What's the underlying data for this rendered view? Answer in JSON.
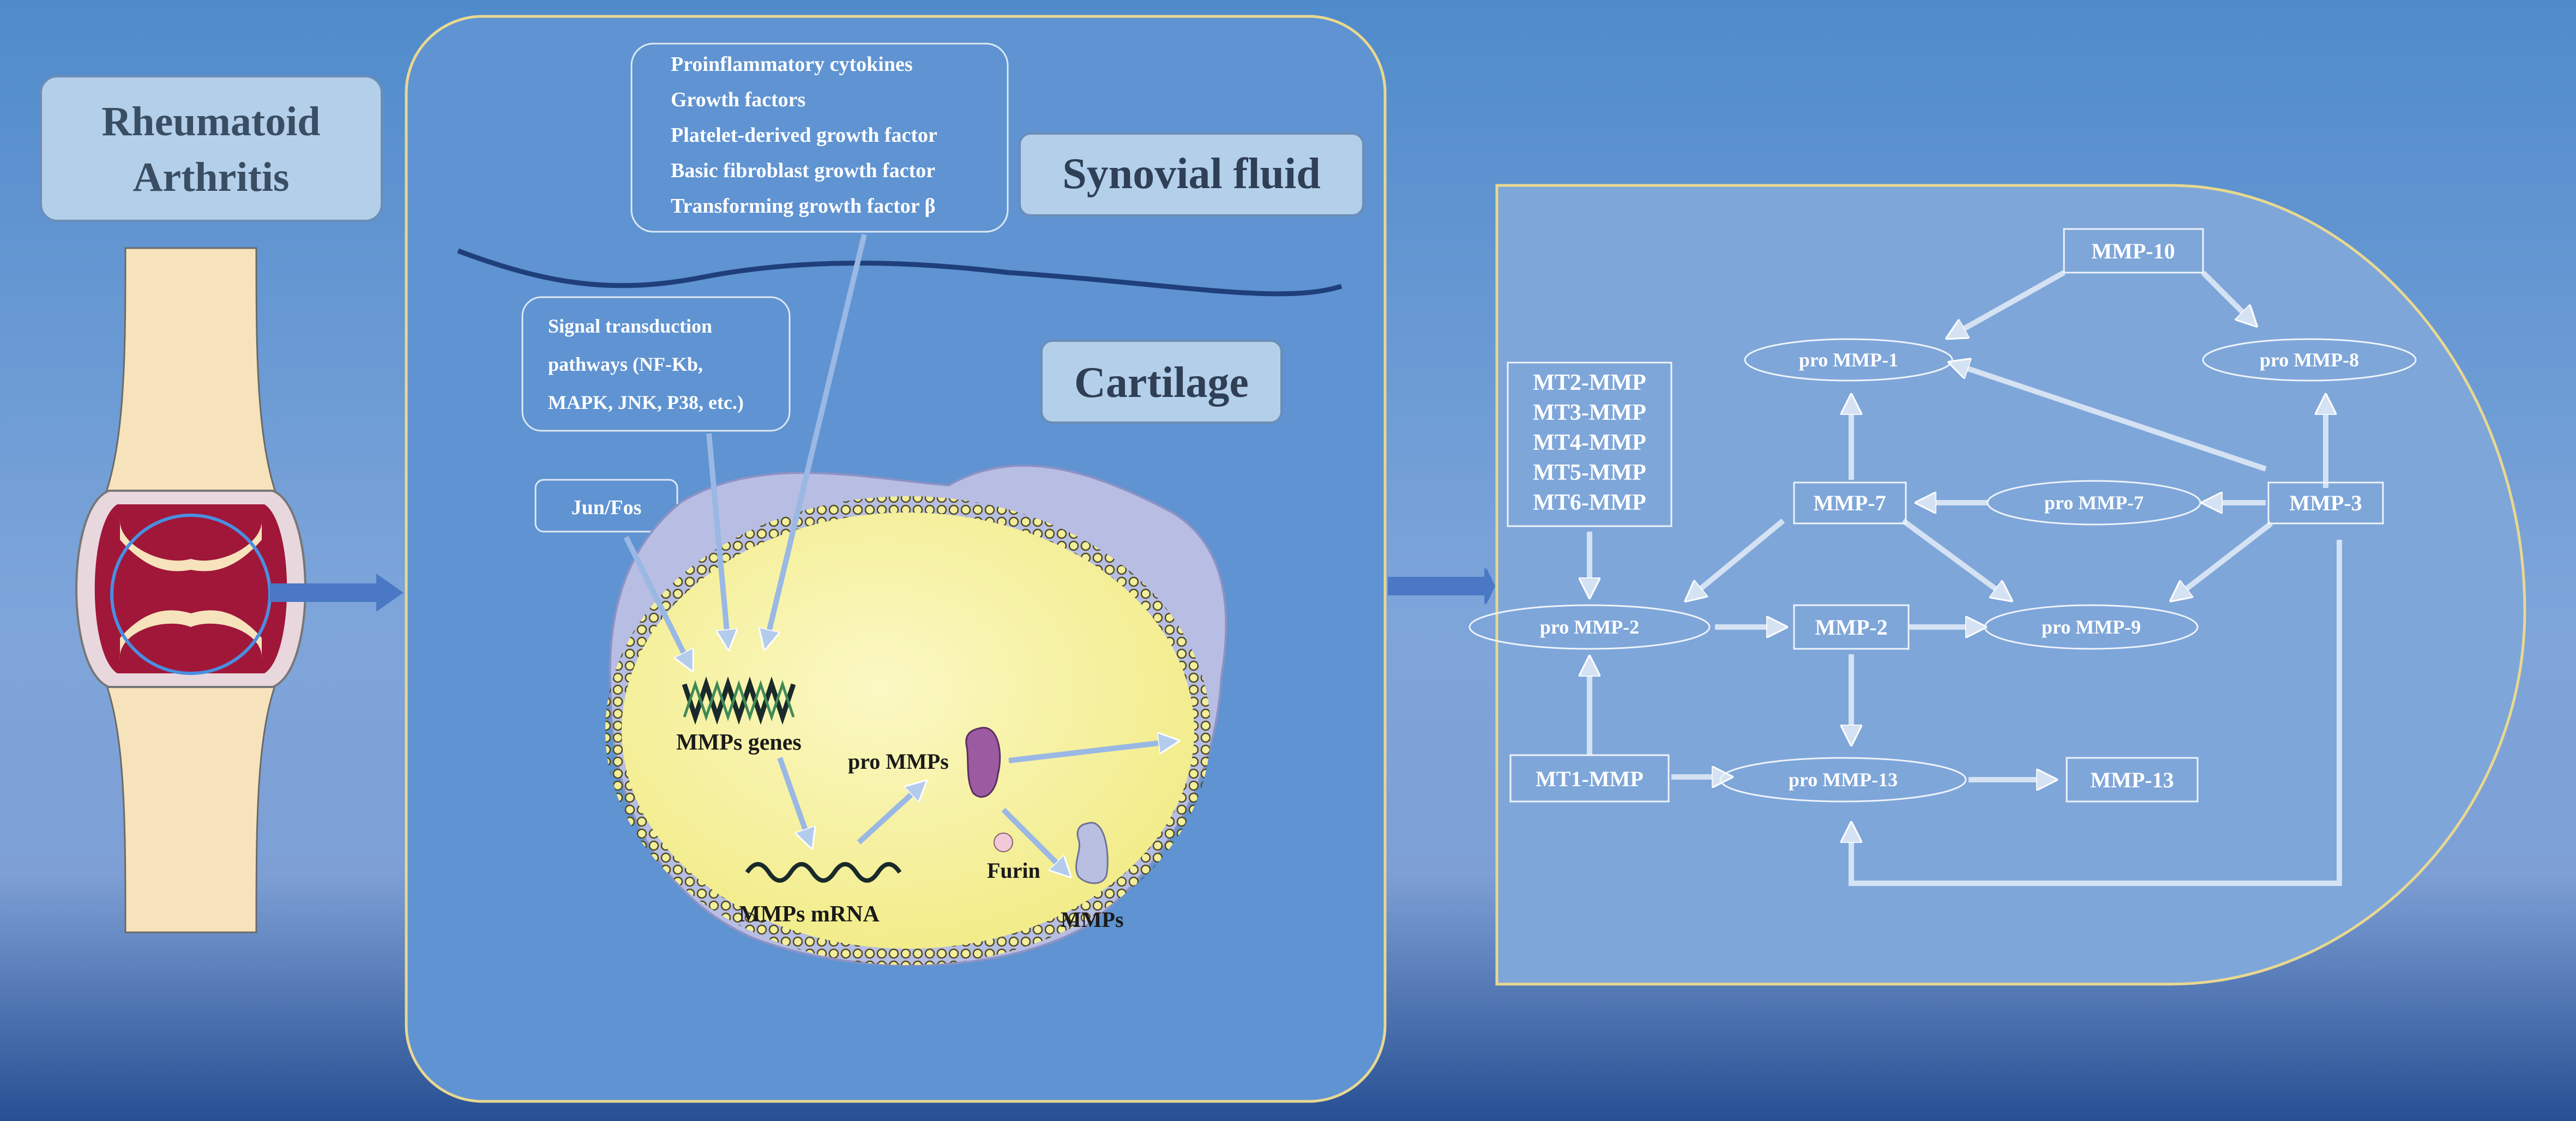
{
  "title": {
    "line1": "Rheumatoid",
    "line2": "Arthritis"
  },
  "regions": {
    "synovial_fluid": "Synovial fluid",
    "cartilage": "Cartilage"
  },
  "stimuli": [
    "Proinflammatory cytokines",
    "Growth factors",
    "Platelet-derived growth factor",
    "Basic fibroblast growth factor",
    "Transforming growth factor β"
  ],
  "signal_pathways": [
    "Signal transduction",
    "pathways (NF-Kb,",
    "MAPK, JNK, P38, etc.)"
  ],
  "jun_fos": "Jun/Fos",
  "cell": {
    "genes": "MMPs genes",
    "mrna": "MMPs mRNA",
    "pro_mmps": "pro  MMPs",
    "furin": "Furin",
    "mmps": "MMPs"
  },
  "cascade": {
    "mt_group": [
      "MT2-MMP",
      "MT3-MMP",
      "MT4-MMP",
      "MT5-MMP",
      "MT6-MMP"
    ],
    "mmp10": "MMP-10",
    "pro_mmp1": "pro MMP-1",
    "pro_mmp8": "pro MMP-8",
    "mmp7": "MMP-7",
    "pro_mmp7": "pro MMP-7",
    "mmp3": "MMP-3",
    "pro_mmp2": "pro MMP-2",
    "mmp2": "MMP-2",
    "pro_mmp9": "pro MMP-9",
    "mt1": "MT1-MMP",
    "pro_mmp13": "pro MMP-13",
    "mmp13": "MMP-13"
  },
  "colors": {
    "bg_top": "#5590cf",
    "bg_mid": "#7ea5da",
    "bg_bottom": "#2c5596",
    "panel_border": "#e8d890",
    "label_box": "#b3cfea",
    "arrow": "#4a78c4",
    "cell_fill": "#f7f3a6",
    "membrane": "#5a5a2a",
    "bone": "#f7e3bb",
    "inflamed": "#a0173a",
    "pro_mmp": "#9c5aa0",
    "mmp_shape": "#b8bfe0"
  }
}
